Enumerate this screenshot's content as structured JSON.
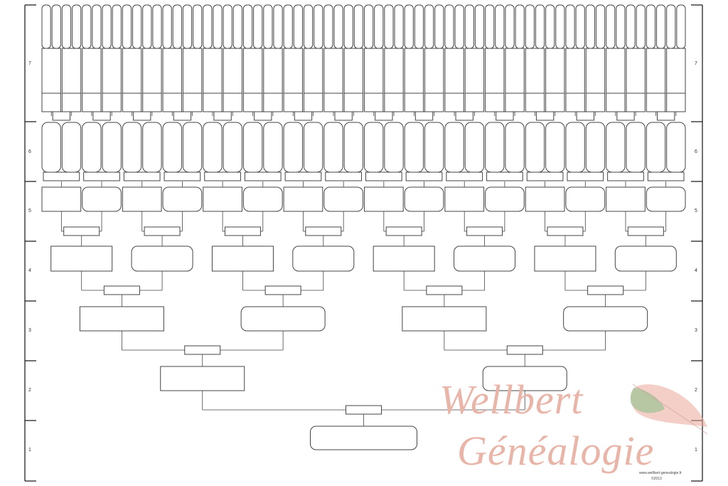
{
  "generations": [
    "1",
    "2",
    "3",
    "4",
    "5",
    "6",
    "7"
  ],
  "watermark": {
    "line1": "Wellbert",
    "line2": "Généalogie",
    "url": "www.wellbert-genealogie.fr",
    "copyright": "©2013"
  },
  "colors": {
    "box_stroke": "#444444",
    "axis": "#111111",
    "watermark": "#e9b5a8",
    "leaf_green": "#8fbf8a",
    "leaf_pink": "#e9a89a"
  }
}
